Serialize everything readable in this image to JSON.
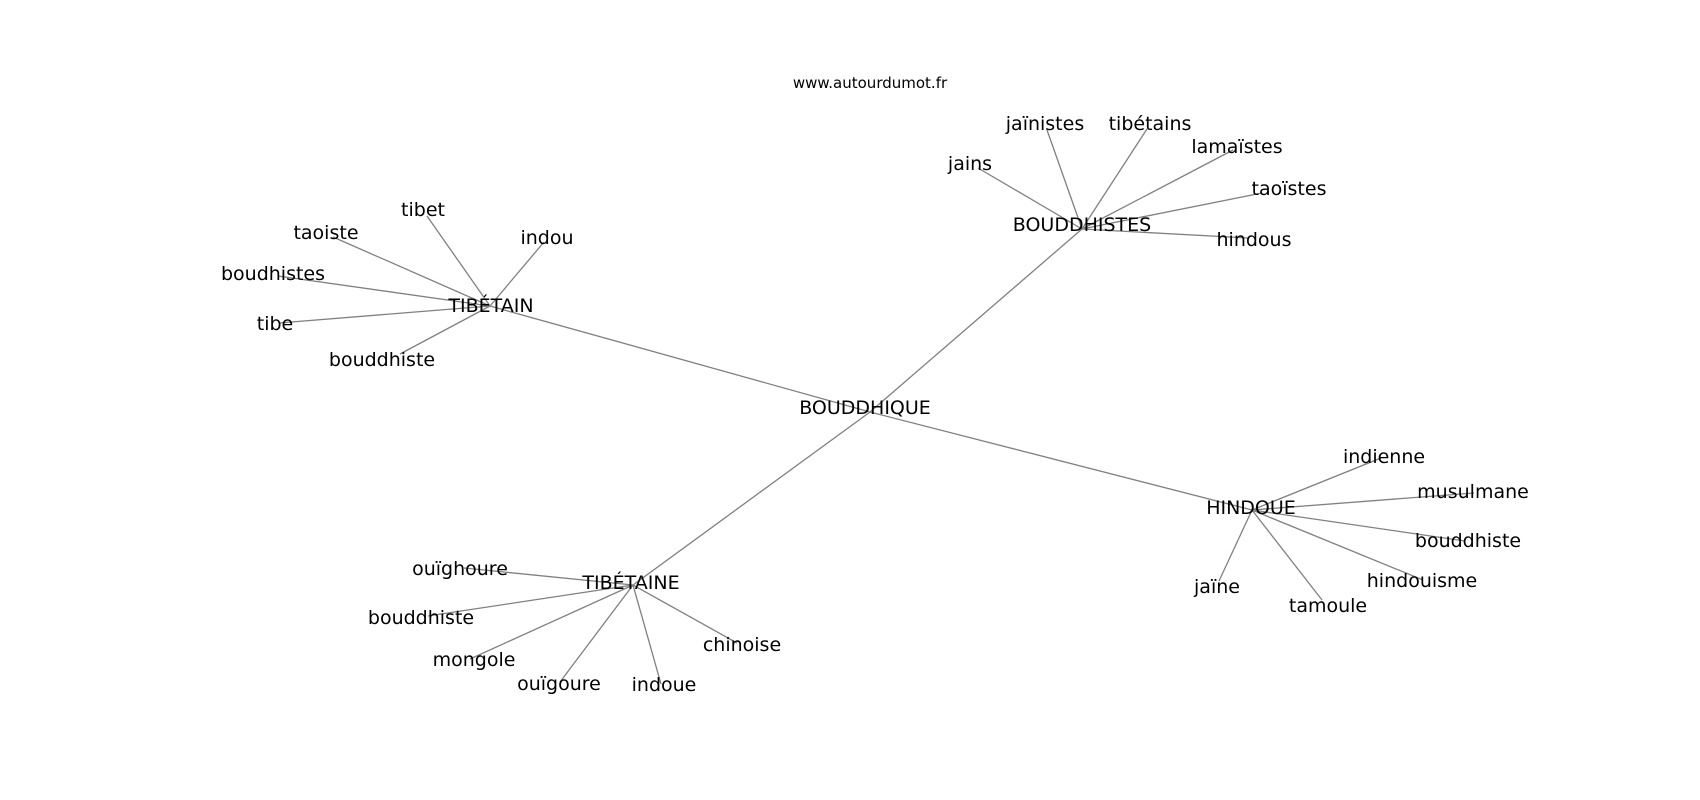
{
  "header": {
    "watermark": "www.autourdumot.fr"
  },
  "graph": {
    "edge_color": "#808080",
    "text_color": "#000000",
    "nodes": [
      {
        "id": "n0",
        "label": "BOUDDHIQUE"
      },
      {
        "id": "n1",
        "label": "BOUDDHISTES"
      },
      {
        "id": "n2",
        "label": "TIBÉTAIN"
      },
      {
        "id": "n3",
        "label": "HINDOUE"
      },
      {
        "id": "n4",
        "label": "TIBÉTAINE"
      },
      {
        "id": "n5",
        "label": "jains"
      },
      {
        "id": "n6",
        "label": "jaïnistes"
      },
      {
        "id": "n7",
        "label": "tibétains"
      },
      {
        "id": "n8",
        "label": "lamaïstes"
      },
      {
        "id": "n9",
        "label": "taoïstes"
      },
      {
        "id": "n10",
        "label": "hindous"
      },
      {
        "id": "n11",
        "label": "tibet"
      },
      {
        "id": "n12",
        "label": "taoiste"
      },
      {
        "id": "n13",
        "label": "indou"
      },
      {
        "id": "n14",
        "label": "boudhistes"
      },
      {
        "id": "n15",
        "label": "tibe"
      },
      {
        "id": "n16",
        "label": "bouddhiste"
      },
      {
        "id": "n17",
        "label": "indienne"
      },
      {
        "id": "n18",
        "label": "musulmane"
      },
      {
        "id": "n19",
        "label": "bouddhiste"
      },
      {
        "id": "n20",
        "label": "hindouisme"
      },
      {
        "id": "n21",
        "label": "jaïne"
      },
      {
        "id": "n22",
        "label": "tamoule"
      },
      {
        "id": "n23",
        "label": "ouïghoure"
      },
      {
        "id": "n24",
        "label": "bouddhiste"
      },
      {
        "id": "n25",
        "label": "mongole"
      },
      {
        "id": "n26",
        "label": "ouïgoure"
      },
      {
        "id": "n27",
        "label": "indoue"
      },
      {
        "id": "n28",
        "label": "chinoise"
      }
    ],
    "edges": [
      [
        "n0",
        "n1"
      ],
      [
        "n0",
        "n2"
      ],
      [
        "n0",
        "n3"
      ],
      [
        "n0",
        "n4"
      ],
      [
        "n1",
        "n5"
      ],
      [
        "n1",
        "n6"
      ],
      [
        "n1",
        "n7"
      ],
      [
        "n1",
        "n8"
      ],
      [
        "n1",
        "n9"
      ],
      [
        "n1",
        "n10"
      ],
      [
        "n2",
        "n11"
      ],
      [
        "n2",
        "n12"
      ],
      [
        "n2",
        "n13"
      ],
      [
        "n2",
        "n14"
      ],
      [
        "n2",
        "n15"
      ],
      [
        "n2",
        "n16"
      ],
      [
        "n3",
        "n17"
      ],
      [
        "n3",
        "n18"
      ],
      [
        "n3",
        "n19"
      ],
      [
        "n3",
        "n20"
      ],
      [
        "n3",
        "n21"
      ],
      [
        "n3",
        "n22"
      ],
      [
        "n4",
        "n23"
      ],
      [
        "n4",
        "n24"
      ],
      [
        "n4",
        "n25"
      ],
      [
        "n4",
        "n26"
      ],
      [
        "n4",
        "n27"
      ],
      [
        "n4",
        "n28"
      ]
    ]
  }
}
